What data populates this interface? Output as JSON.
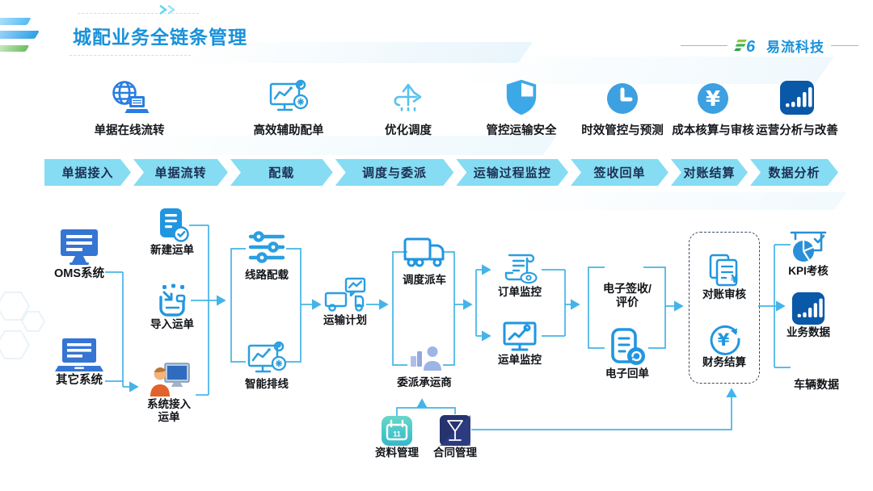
{
  "header": {
    "title": "城配业务全链条管理",
    "brand_name": "易流科技",
    "brand_mark": "6"
  },
  "features": [
    {
      "label": "单据在线流转",
      "icon": "globe-laptop-icon"
    },
    {
      "label": "高效辅助配单",
      "icon": "monitor-chart-icon"
    },
    {
      "label": "优化调度",
      "icon": "route-arrows-icon"
    },
    {
      "label": "管控运输安全",
      "icon": "shield-icon"
    },
    {
      "label": "时效管控与预测",
      "icon": "clock-icon"
    },
    {
      "label": "成本核算与审核",
      "icon": "yen-circle-icon"
    },
    {
      "label": "运营分析与改善",
      "icon": "bar-chart-icon"
    }
  ],
  "process_steps": [
    "单据接入",
    "单据流转",
    "配载",
    "调度与委派",
    "运输过程监控",
    "签收回单",
    "对账结算",
    "数据分析"
  ],
  "flow": {
    "nodes": {
      "oms": {
        "label": "OMS系统",
        "icon": "desktop-icon"
      },
      "other_system": {
        "label": "其它系统",
        "icon": "laptop-icon"
      },
      "new_waybill": {
        "label": "新建运单",
        "icon": "document-check-icon"
      },
      "import_waybill": {
        "label": "导入运单",
        "icon": "import-tray-icon"
      },
      "system_access": {
        "label1": "系统接入",
        "label2": "运单",
        "icon": "user-computer-icon"
      },
      "route_loading": {
        "label": "线路配载",
        "icon": "sliders-icon"
      },
      "smart_routing": {
        "label": "智能排线",
        "icon": "monitor-chart-icon"
      },
      "transport_plan": {
        "label": "运输计划",
        "icon": "truck-bubble-icon"
      },
      "dispatch": {
        "label": "调度派车",
        "icon": "truck-icon"
      },
      "delegate_carrier": {
        "label": "委派承运商",
        "icon": "people-cargo-icon"
      },
      "order_monitor": {
        "label": "订单监控",
        "icon": "scroll-eye-icon"
      },
      "waybill_monitor": {
        "label": "运单监控",
        "icon": "monitor-trend-icon"
      },
      "esign": {
        "label1": "电子签收/",
        "label2": "评价"
      },
      "ereceipt": {
        "label": "电子回单",
        "icon": "document-refresh-icon"
      },
      "reconciliation": {
        "label": "对账审核",
        "icon": "invoices-yen-icon"
      },
      "finance_settle": {
        "label": "财务结算",
        "icon": "yen-cycle-icon"
      },
      "kpi": {
        "label": "KPI考核",
        "icon": "pie-board-icon"
      },
      "business_data": {
        "label": "业务数据",
        "icon": "bar-chart-icon"
      },
      "vehicle_data": {
        "label": "车辆数据"
      },
      "data_mgmt": {
        "label": "资料管理",
        "icon": "calendar-icon"
      },
      "contract_mgmt": {
        "label": "合同管理",
        "icon": "goblet-icon"
      }
    }
  },
  "colors": {
    "accent_blue": "#1991db",
    "band_fill": "#85dcf3",
    "band_text": "#1c2f52",
    "wire_blue": "#44b4e8",
    "icon_blue": "#2a9fe0",
    "deep_blue": "#0a58a8",
    "teal": "#43c3bd",
    "navy": "#26336e",
    "green": "#3cb54a"
  }
}
